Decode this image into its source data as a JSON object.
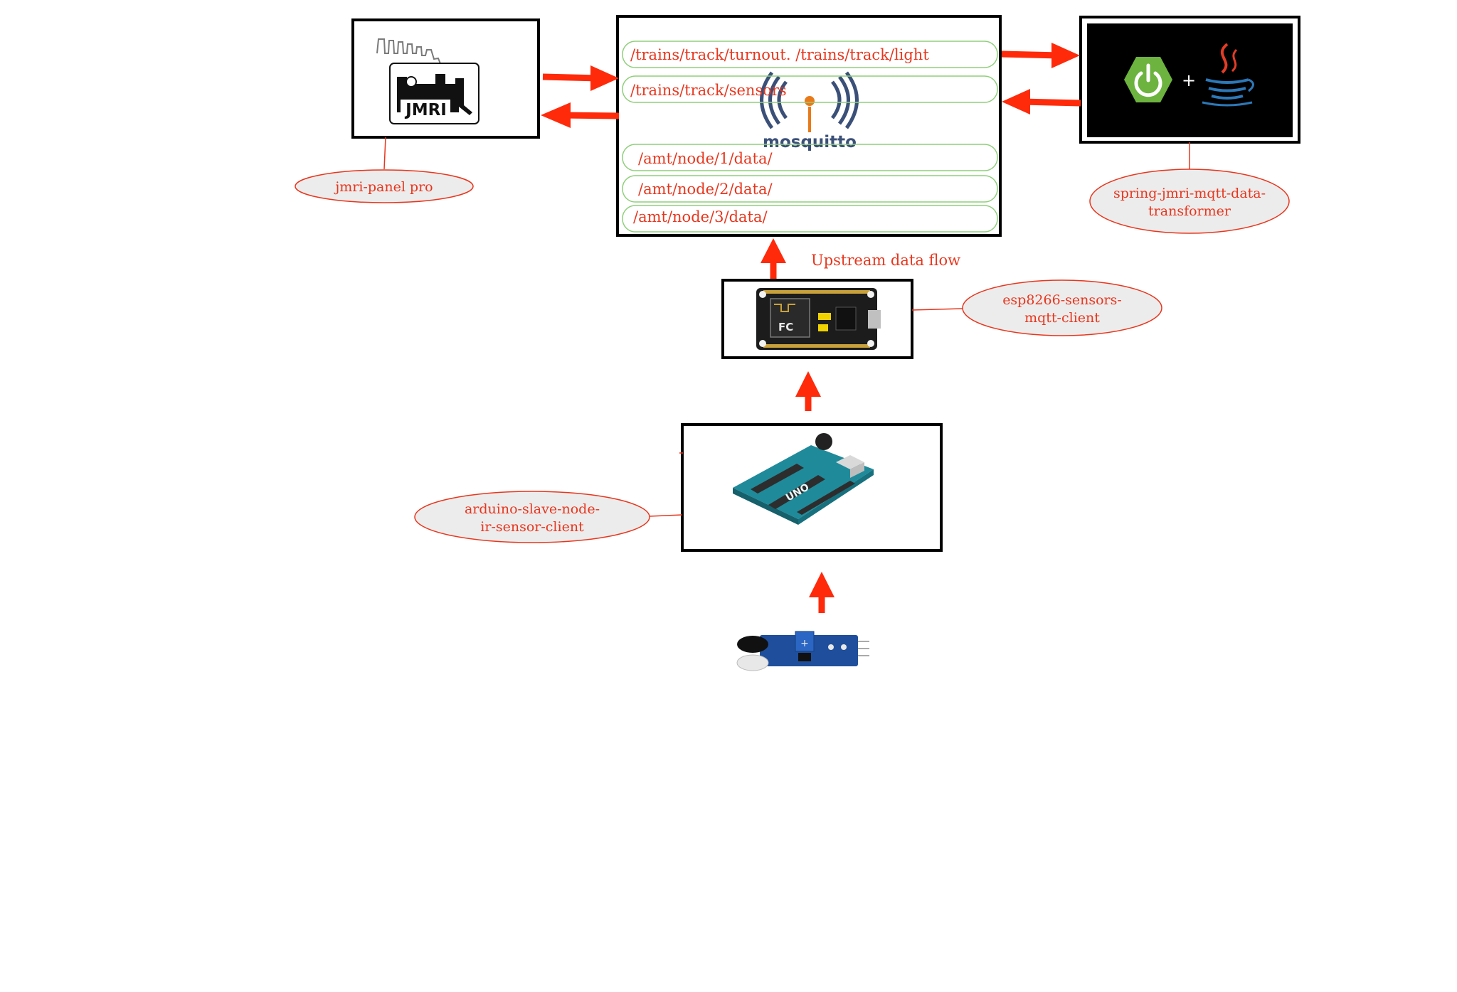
{
  "colors": {
    "accent": "#e8361d",
    "box_border": "#000000",
    "topic_border": "#8fcf7a",
    "ellipse_fill": "#ececec",
    "spring_green": "#6db33f",
    "java_blue": "#2c78b8",
    "java_red": "#e53c26",
    "arduino_teal": "#1f8a9a",
    "sensor_blue": "#1f4f9c"
  },
  "jmri": {
    "logo_text": "JMRI",
    "label": "jmri-panel pro"
  },
  "broker": {
    "logo_text": "mosquitto",
    "topics": [
      "/trains/track/turnout. /trains/track/light",
      "/trains/track/sensors",
      "/amt/node/1/data/",
      "/amt/node/2/data/",
      "/amt/node/3/data/"
    ]
  },
  "transformer": {
    "plus": "+",
    "label_line1": "spring-jmri-mqtt-data-",
    "label_line2": "transformer"
  },
  "esp": {
    "board_text": "FC",
    "label_line1": "esp8266-sensors-",
    "label_line2": "mqtt-client"
  },
  "arduino": {
    "board_text": "UNO",
    "label_line1": "arduino-slave-node-",
    "label_line2": "ir-sensor-client"
  },
  "flow": {
    "upstream_label": "Upstream data flow"
  },
  "icons": [
    "jmri-logo-icon",
    "mosquitto-logo-icon",
    "spring-power-icon",
    "java-cup-icon",
    "esp8266-board-icon",
    "arduino-uno-icon",
    "ir-sensor-icon"
  ]
}
